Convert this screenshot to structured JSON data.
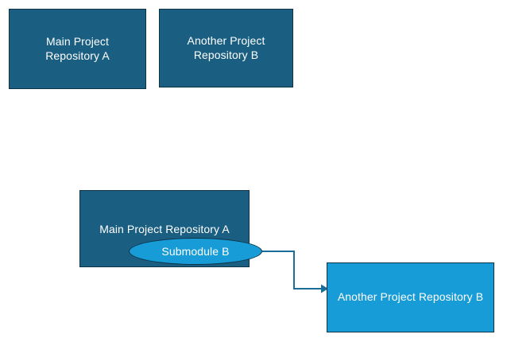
{
  "diagram": {
    "title": "Git submodule relationship diagram",
    "background_color": "#ffffff",
    "colors": {
      "dark_blue": "#1a5f81",
      "light_blue": "#189cd8",
      "border_navy": "#0c3346",
      "connector": "#1a6d96",
      "text": "#ffffff"
    },
    "top_row": {
      "repo_a_label": "Main Project\nRepository A",
      "repo_b_label": "Another Project\nRepository B"
    },
    "bottom_row": {
      "main_project_label": "Main Project Repository A",
      "submodule_label": "Submodule B",
      "repo_b_label": "Another Project Repository B"
    },
    "connector": {
      "from": "Submodule B",
      "to": "Another Project Repository B",
      "arrow_head": "triangle-right"
    }
  }
}
